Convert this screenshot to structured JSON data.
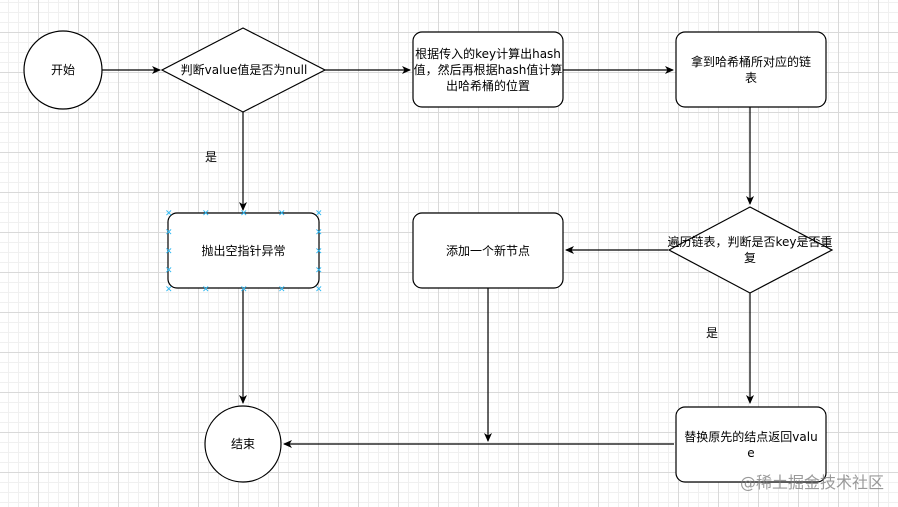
{
  "nodes": {
    "start": "开始",
    "check_null": "判断value值是否为null",
    "compute_index": "根据传入的key计算出hash值，然后再根据hash值计算出哈希桶的位置",
    "get_bucket_list": "拿到哈希桶所对应的链表",
    "throw_npe": "抛出空指针异常",
    "traverse_check": "遍历链表，判断是否key是否重复",
    "add_node": "添加一个新节点",
    "replace_value": "替换原先的结点返回value",
    "end": "结束"
  },
  "edge_labels": {
    "null_yes": "是",
    "dup_yes": "是"
  },
  "watermark": "@稀土掘金技术社区"
}
